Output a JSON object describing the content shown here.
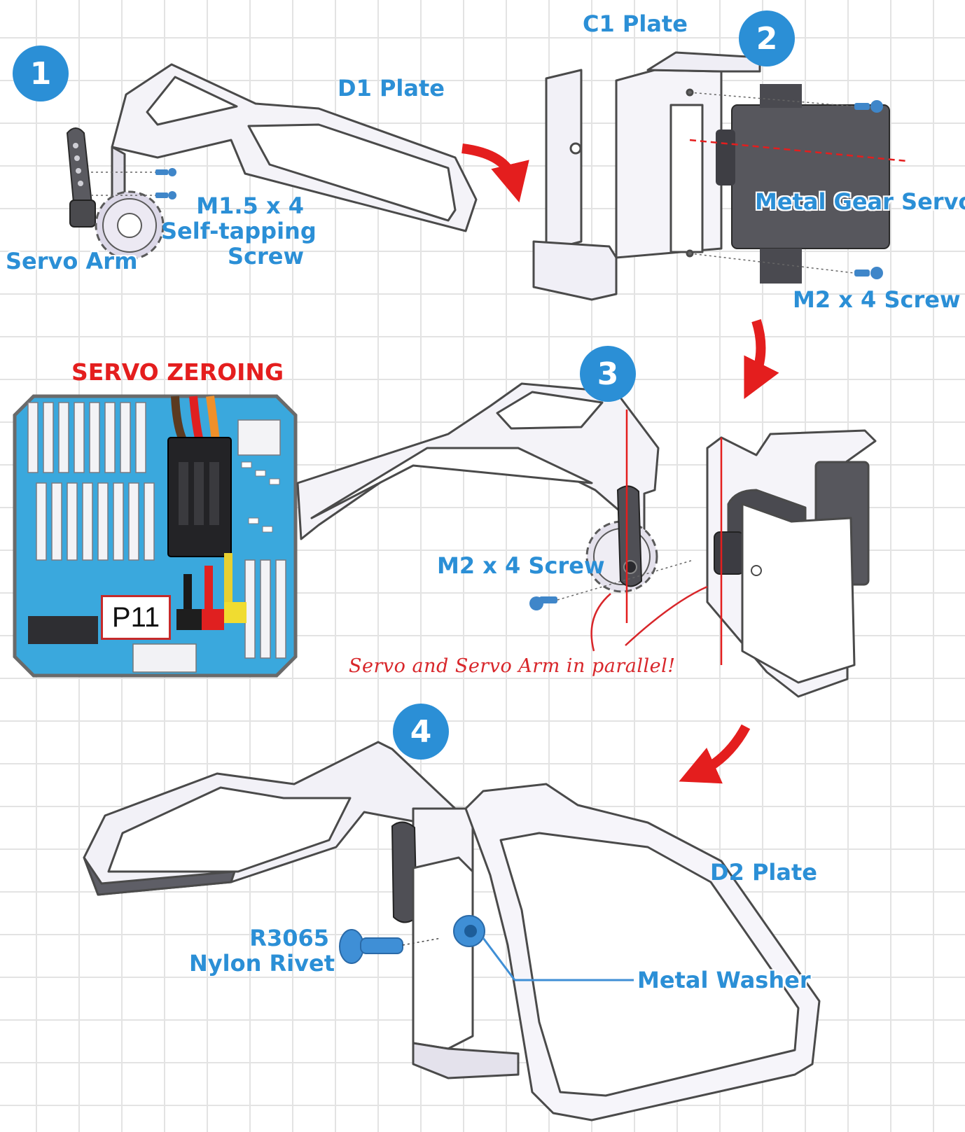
{
  "steps": {
    "s1": "1",
    "s2": "2",
    "s3": "3",
    "s4": "4"
  },
  "labels": {
    "d1_plate": "D1 Plate",
    "c1_plate": "C1 Plate",
    "servo_arm": "Servo Arm",
    "m15_line1": "M1.5 x 4",
    "m15_line2": "Self-tapping",
    "m15_line3": "Screw",
    "metal_gear_servo": "Metal Gear Servo",
    "m2_screw_top": "M2 x 4 Screw",
    "m2_screw_mid": "M2 x 4 Screw",
    "d2_plate": "D2 Plate",
    "rivet_line1": "R3065",
    "rivet_line2": "Nylon Rivet",
    "metal_washer": "Metal Washer"
  },
  "servo_zeroing": {
    "title": "SERVO ZEROING",
    "port": "P11"
  },
  "note": "Servo and Servo Arm in parallel!",
  "colors": {
    "accent_blue": "#2b8fd6",
    "alert_red": "#e41e1e",
    "plate_fill": "#f7f6fb",
    "plate_stroke": "#4a4a4a",
    "servo_body": "#55555b",
    "board_blue": "#3aa8dd"
  }
}
